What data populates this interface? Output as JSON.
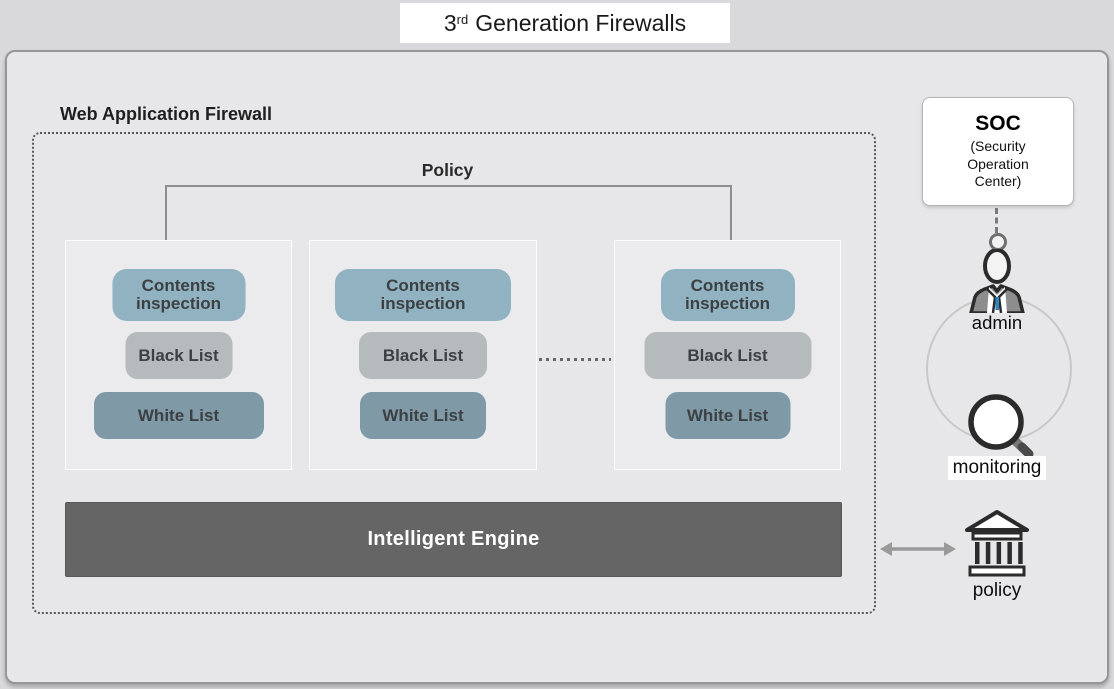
{
  "page": {
    "title_number": "3",
    "title_ordinal": "rd",
    "title_text": "Generation Firewalls"
  },
  "waf": {
    "label": "Web Application Firewall",
    "policy_bracket_label": "Policy",
    "columns": [
      {
        "contents_inspection": "Contents inspection",
        "black_list": "Black List",
        "white_list": "White List"
      },
      {
        "contents_inspection": "Contents inspection",
        "black_list": "Black List",
        "white_list": "White List"
      },
      {
        "contents_inspection": "Contents inspection",
        "black_list": "Black List",
        "white_list": "White List"
      }
    ],
    "engine_label": "Intelligent Engine"
  },
  "soc": {
    "title": "SOC",
    "subtitle": "(Security Operation Center)"
  },
  "right_panel": {
    "admin_label": "admin",
    "monitoring_label": "monitoring",
    "policy_label": "policy"
  },
  "icons": {
    "admin": "person-icon",
    "monitoring": "magnifier-icon",
    "policy": "bank-icon",
    "soc_link": "dashed-connector-with-node",
    "engine_link": "double-arrow-icon"
  },
  "colors": {
    "contents_inspection_box": "#91b2c1",
    "black_list_box": "#b5babc",
    "white_list_box": "#7f9aa6",
    "engine_bar": "#656565",
    "container_background": "#e7e7e9",
    "admin_tie": "#2e86c1"
  }
}
